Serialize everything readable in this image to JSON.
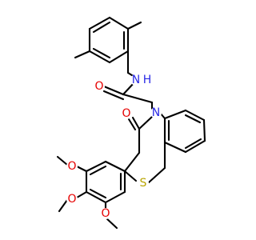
{
  "colors": {
    "background": "#ffffff",
    "carbon_bond": "#000000",
    "nitrogen": "#2a2ae6",
    "oxygen": "#e60000",
    "sulfur": "#b8a400"
  },
  "atoms": {
    "amide_nh": {
      "text": "N",
      "text2": "H",
      "element": "N"
    },
    "amide_o": {
      "text": "O",
      "element": "O"
    },
    "ring_n": {
      "text": "N",
      "element": "N"
    },
    "lactam_o": {
      "text": "O",
      "element": "O"
    },
    "thio_s": {
      "text": "S",
      "element": "S"
    },
    "ome_o1": {
      "text": "O",
      "element": "O"
    },
    "ome_o2": {
      "text": "O",
      "element": "O"
    },
    "ome_o3": {
      "text": "O",
      "element": "O"
    }
  }
}
